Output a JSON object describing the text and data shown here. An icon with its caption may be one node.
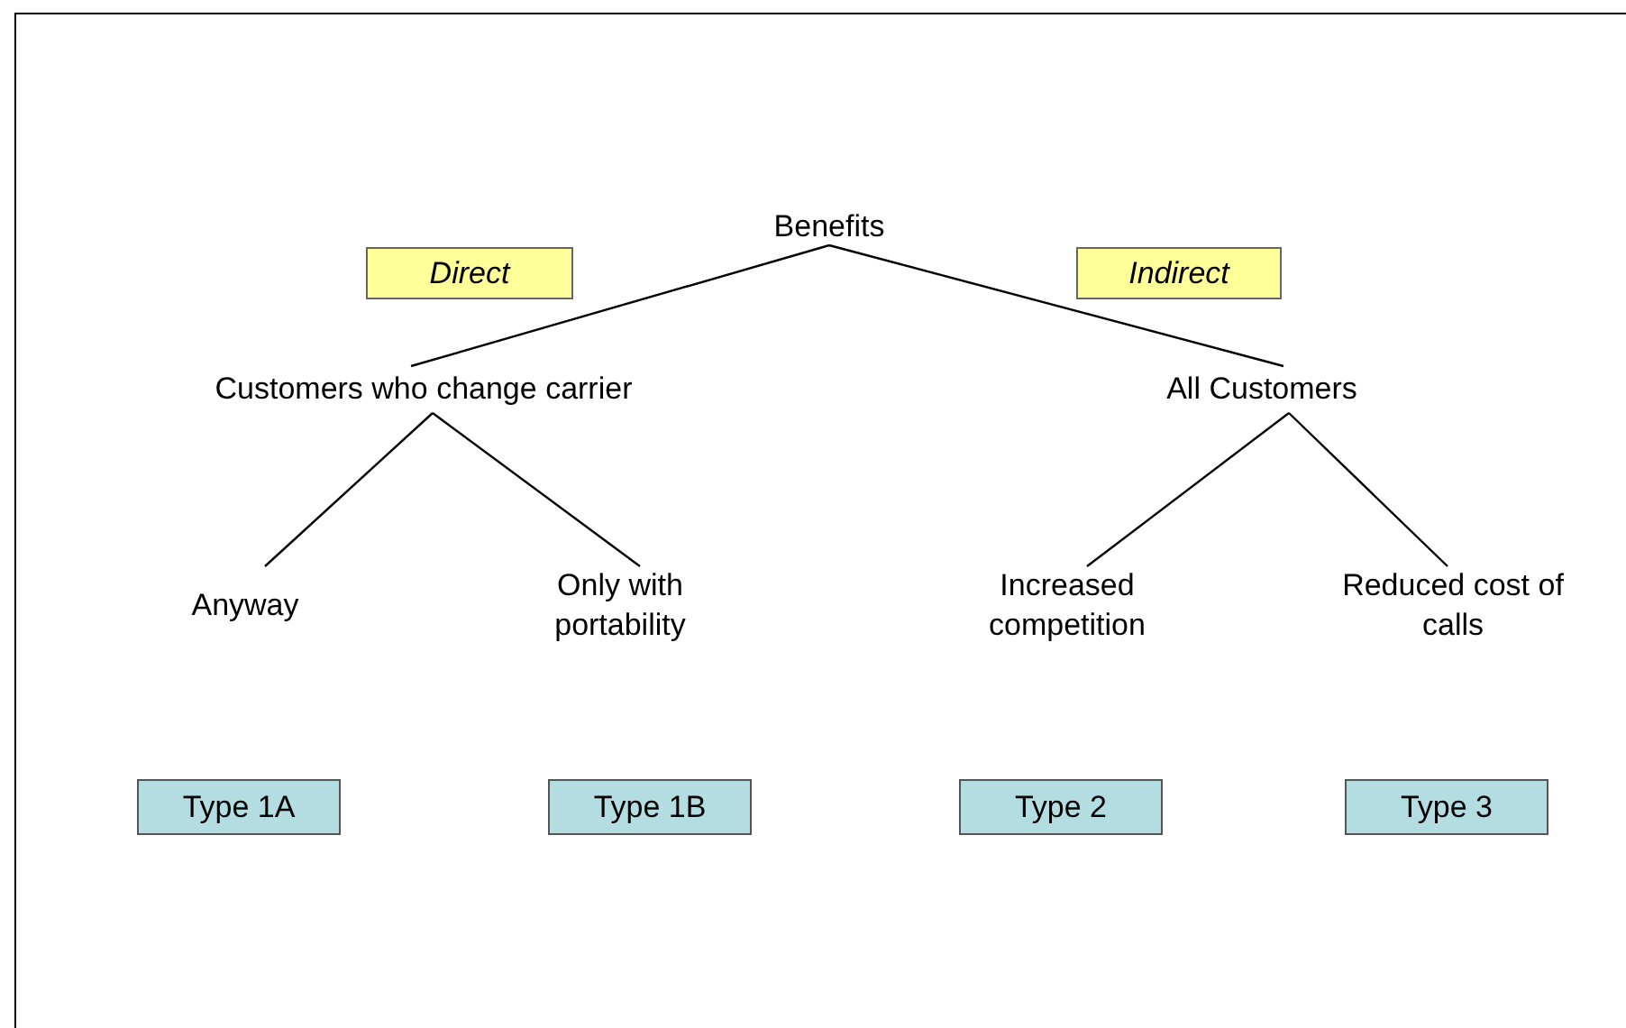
{
  "diagram": {
    "nodes": [
      {
        "text": [
          "Benefits"
        ]
      },
      {
        "text": [
          "Customers who change carrier"
        ]
      },
      {
        "text": [
          "All Customers"
        ]
      },
      {
        "text": [
          "Anyway"
        ]
      },
      {
        "text": [
          "Only with portability"
        ]
      },
      {
        "text": [
          "Increased competition"
        ]
      },
      {
        "text": [
          "Reduced cost of calls"
        ]
      },
      {
        "text": [
          "Direct"
        ]
      },
      {
        "text": [
          "Indirect"
        ]
      },
      {
        "text": [
          "Type 1A"
        ]
      },
      {
        "text": [
          "Type 1B"
        ]
      },
      {
        "text": [
          "Type 2"
        ]
      },
      {
        "text": [
          "Type 3"
        ]
      }
    ],
    "edges": [
      {
        "from": 0,
        "to": 1,
        "arrow": "none"
      },
      {
        "from": 0,
        "to": 2,
        "arrow": "none"
      },
      {
        "from": 1,
        "to": 3,
        "arrow": "none"
      },
      {
        "from": 1,
        "to": 4,
        "arrow": "none"
      },
      {
        "from": 2,
        "to": 5,
        "arrow": "none"
      },
      {
        "from": 2,
        "to": 6,
        "arrow": "none"
      }
    ]
  }
}
